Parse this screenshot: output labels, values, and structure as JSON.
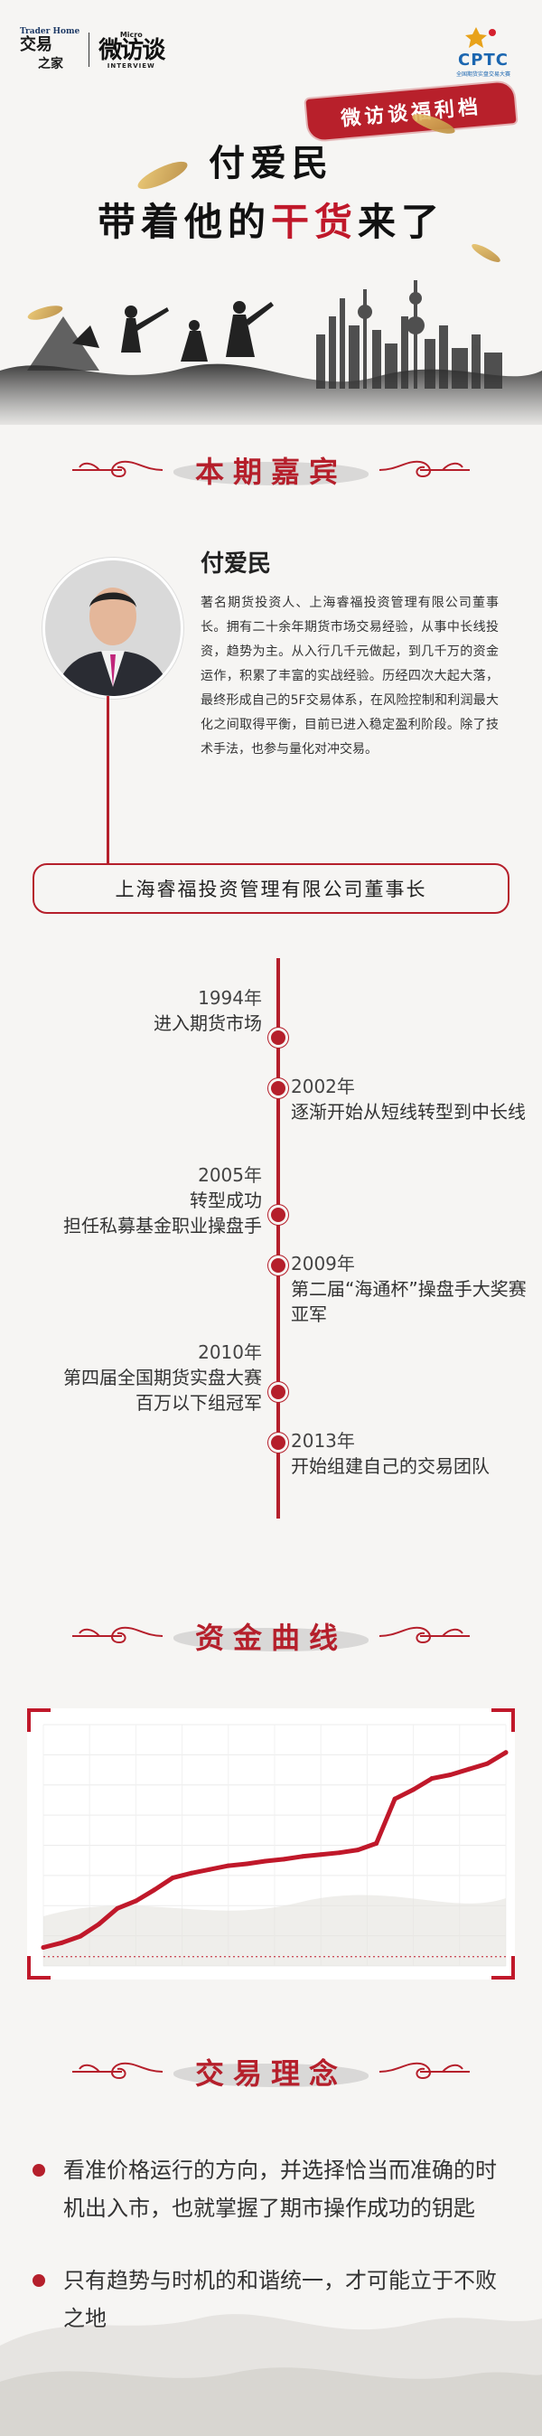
{
  "header": {
    "logo_trader_en": "Trader Home",
    "logo_trader_cn_1": "交易",
    "logo_trader_cn_2": "之家",
    "logo_micro_en_small": "Micro",
    "logo_micro_cn": "微访谈",
    "logo_micro_en": "INTERVIEW",
    "logo_cptc": "CPTC",
    "logo_cptc_sub": "全国期货实盘交易大赛",
    "stamp_text": "微访谈福利档",
    "headline_line1": "付爱民",
    "headline_line2_pre": "带着他的",
    "headline_line2_red": "干货",
    "headline_line2_post": "来了"
  },
  "guest": {
    "section_title": "本期嘉宾",
    "name": "付爱民",
    "bio": "著名期货投资人、上海睿福投资管理有限公司董事长。拥有二十余年期货市场交易经验，从事中长线投资，趋势为主。从入行几千元做起，到几千万的资金运作，积累了丰富的实战经验。历经四次大起大落，最终形成自己的5F交易体系，在风险控制和利润最大化之间取得平衡，目前已进入稳定盈利阶段。除了技术手法，也参与量化对冲交易。",
    "company_title": "上海睿福投资管理有限公司董事长"
  },
  "timeline": [
    {
      "year": "1994年",
      "text": "进入期货市场",
      "side": "left"
    },
    {
      "year": "2002年",
      "text": "逐渐开始从短线转型到中长线",
      "side": "right"
    },
    {
      "year": "2005年",
      "text": "转型成功\n担任私募基金职业操盘手",
      "side": "left"
    },
    {
      "year": "2009年",
      "text": "第二届“海通杯”操盘手大奖赛亚军",
      "side": "right"
    },
    {
      "year": "2010年",
      "text": "第四届全国期货实盘大赛\n百万以下组冠军",
      "side": "left"
    },
    {
      "year": "2013年",
      "text": "开始组建自己的交易团队",
      "side": "right"
    }
  ],
  "equity_section": {
    "section_title": "资金曲线"
  },
  "chart_data": {
    "type": "line",
    "title": "",
    "xlabel": "",
    "ylabel": "",
    "grid": true,
    "x": [
      0,
      4,
      8,
      12,
      16,
      20,
      24,
      28,
      32,
      36,
      40,
      44,
      48,
      52,
      56,
      60,
      64,
      68,
      72,
      76,
      80,
      84,
      88,
      92,
      96,
      100
    ],
    "series": [
      {
        "values": [
          1.0,
          1.05,
          1.12,
          1.25,
          1.42,
          1.5,
          1.62,
          1.75,
          1.8,
          1.84,
          1.88,
          1.9,
          1.93,
          1.95,
          1.98,
          2.0,
          2.02,
          2.05,
          2.12,
          2.6,
          2.7,
          2.82,
          2.86,
          2.92,
          2.98,
          3.1
        ]
      }
    ],
    "ylim": [
      0.8,
      3.4
    ],
    "xlim": [
      0,
      100
    ],
    "color": "#c0182a"
  },
  "philosophy": {
    "section_title": "交易理念",
    "points": [
      "看准价格运行的方向，并选择恰当而准确的时机出入市，也就掌握了期市操作成功的钥匙",
      "只有趋势与时机的和谐统一，才可能立于不败之地"
    ]
  },
  "colors": {
    "accent": "#b51f2b",
    "background": "#f6f5f3",
    "text": "#333333"
  }
}
